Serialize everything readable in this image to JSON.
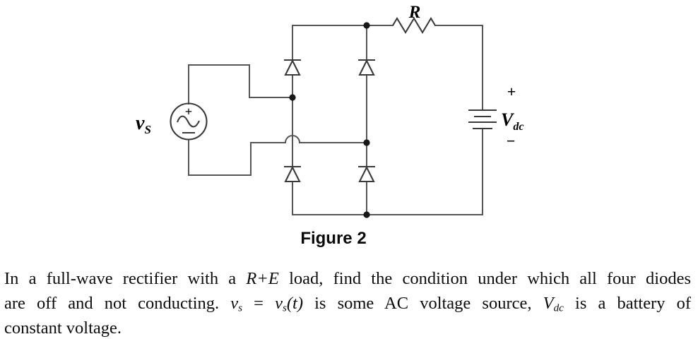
{
  "circuit": {
    "colors": {
      "wire": "#555555",
      "component": "#3a3a3a",
      "dot": "#171717",
      "label": "#000000"
    },
    "labels": {
      "resistor": "R",
      "source": {
        "name": "v",
        "sub": "S",
        "plus": "+",
        "minus": "−"
      },
      "battery": {
        "name": "V",
        "sub": "dc",
        "plus": "+",
        "minus": "−"
      }
    },
    "caption": "Figure 2"
  },
  "paragraph": {
    "lines": [
      {
        "parts": [
          {
            "t": "In a full-wave rectifier with a "
          },
          {
            "t": "R+E",
            "i": true
          },
          {
            "t": " load, find the condition under which all four diodes"
          }
        ]
      },
      {
        "parts": [
          {
            "t": "are off and not conducting. "
          },
          {
            "t": "v",
            "i": true,
            "sub": "s"
          },
          {
            "t": " = "
          },
          {
            "t": "v",
            "i": true,
            "sub": "s"
          },
          {
            "t": "(t)",
            "i": true
          },
          {
            "t": " is some AC voltage source, "
          },
          {
            "t": "V",
            "i": true,
            "sub": "dc"
          },
          {
            "t": " is a battery of"
          }
        ]
      },
      {
        "parts": [
          {
            "t": "constant voltage."
          }
        ]
      }
    ]
  }
}
